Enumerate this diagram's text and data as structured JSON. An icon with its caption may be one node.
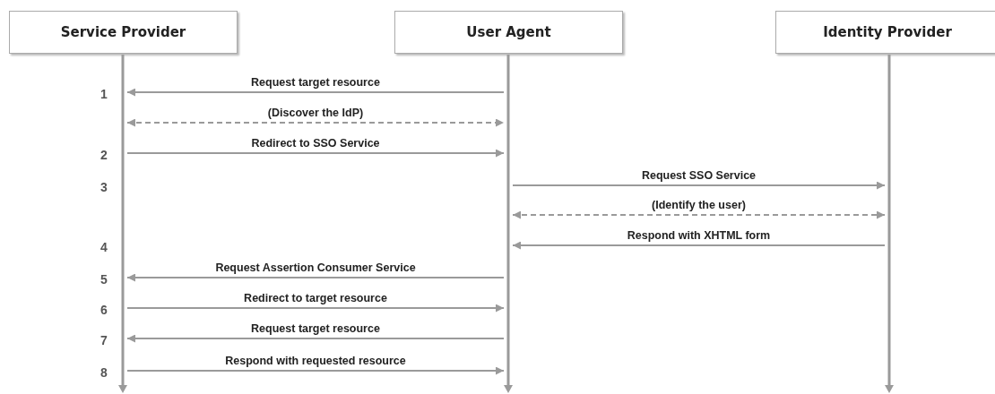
{
  "diagram": {
    "nodes": [
      {
        "text": [
          "Service Provider"
        ]
      },
      {
        "text": [
          "User Agent"
        ]
      },
      {
        "text": [
          "Identity Provider"
        ]
      },
      {
        "text": [],
        "shape": "line"
      },
      {
        "text": [],
        "shape": "line"
      },
      {
        "text": [],
        "shape": "line"
      }
    ],
    "edges": [
      {
        "from": 4,
        "to": 3,
        "arrow": "to",
        "label": "Request target resource"
      },
      {
        "from": 3,
        "to": 4,
        "arrow": "both",
        "label": "(Discover the IdP)",
        "style": "dashed"
      },
      {
        "from": 3,
        "to": 4,
        "arrow": "to",
        "label": "Redirect to SSO Service"
      },
      {
        "from": 4,
        "to": 5,
        "arrow": "to",
        "label": "Request SSO Service"
      },
      {
        "from": 4,
        "to": 5,
        "arrow": "both",
        "label": "(Identify the user)",
        "style": "dashed"
      },
      {
        "from": 5,
        "to": 4,
        "arrow": "to",
        "label": "Respond with XHTML form"
      },
      {
        "from": 4,
        "to": 3,
        "arrow": "to",
        "label": "Request Assertion Consumer Service"
      },
      {
        "from": 3,
        "to": 4,
        "arrow": "to",
        "label": "Redirect to target resource"
      },
      {
        "from": 4,
        "to": 3,
        "arrow": "to",
        "label": "Request target resource"
      },
      {
        "from": 3,
        "to": 4,
        "arrow": "to",
        "label": "Respond with requested resource"
      }
    ],
    "labels": [
      "1",
      "2",
      "3",
      "4",
      "5",
      "6",
      "7",
      "8"
    ]
  }
}
